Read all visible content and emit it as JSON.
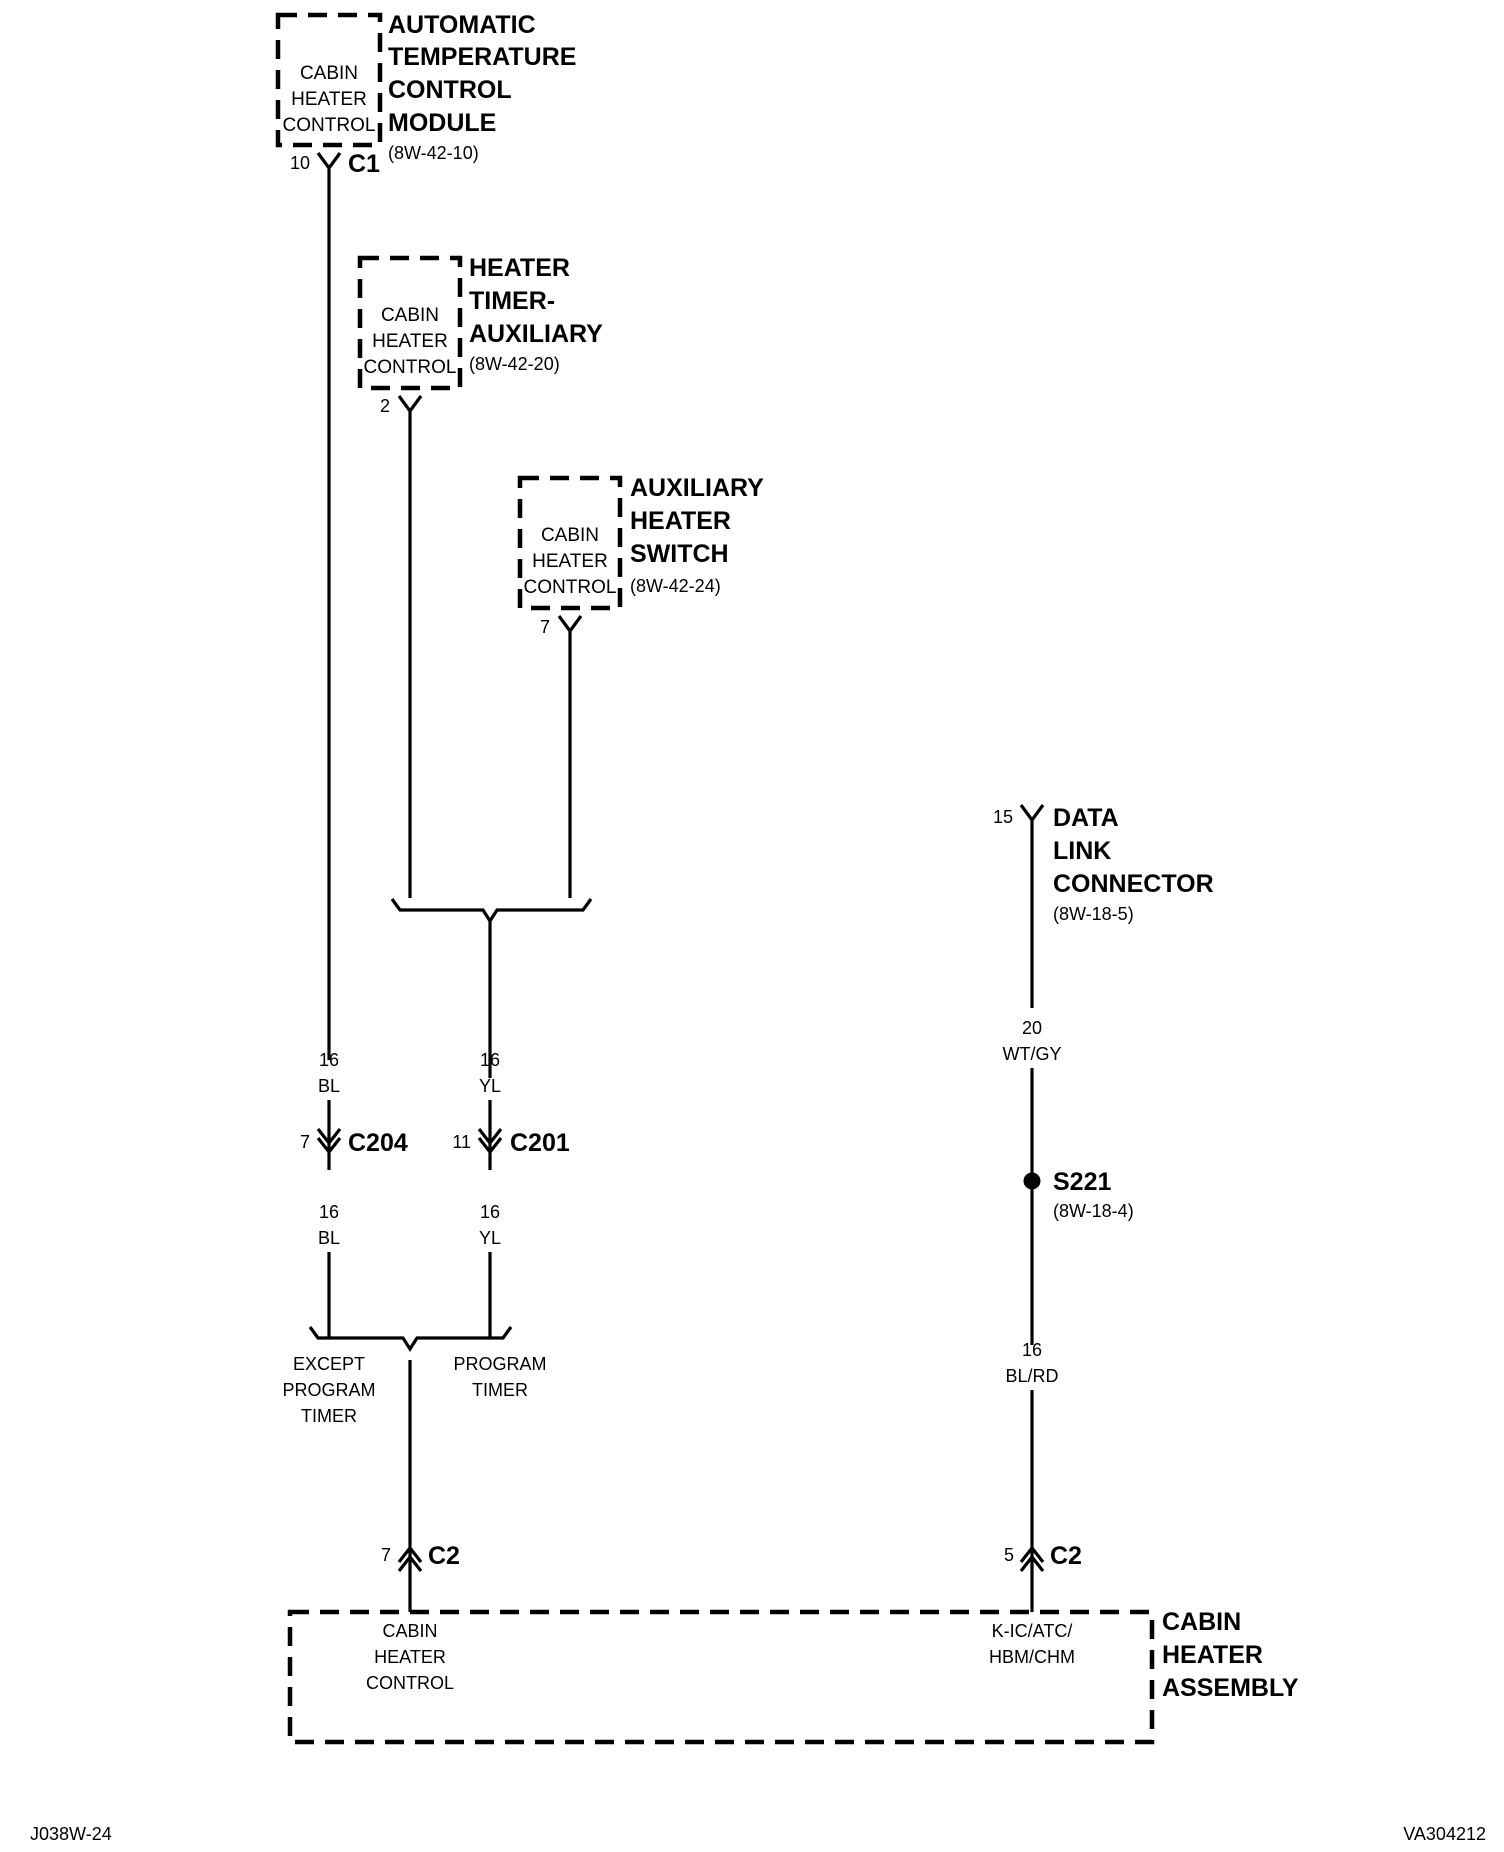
{
  "modules": {
    "atc": {
      "inner": [
        "CABIN",
        "HEATER",
        "CONTROL"
      ],
      "title": [
        "AUTOMATIC",
        "TEMPERATURE",
        "CONTROL",
        "MODULE"
      ],
      "ref": "(8W-42-10)",
      "pin": "10",
      "connector": "C1"
    },
    "timer": {
      "inner": [
        "CABIN",
        "HEATER",
        "CONTROL"
      ],
      "title": [
        "HEATER",
        "TIMER-",
        "AUXILIARY"
      ],
      "ref": "(8W-42-20)",
      "pin": "2"
    },
    "switch": {
      "inner": [
        "CABIN",
        "HEATER",
        "CONTROL"
      ],
      "title": [
        "AUXILIARY",
        "HEATER",
        "SWITCH"
      ],
      "ref": "(8W-42-24)",
      "pin": "7"
    },
    "dlc": {
      "title": [
        "DATA",
        "LINK",
        "CONNECTOR"
      ],
      "ref": "(8W-18-5)",
      "pin": "15"
    },
    "assembly": {
      "title": [
        "CABIN",
        "HEATER",
        "ASSEMBLY"
      ],
      "left_inner": [
        "CABIN",
        "HEATER",
        "CONTROL"
      ],
      "right_inner": [
        "K-IC/ATC/",
        "HBM/CHM"
      ]
    }
  },
  "wires": {
    "bl_top": {
      "gauge": "16",
      "color": "BL"
    },
    "bl_bottom": {
      "gauge": "16",
      "color": "BL"
    },
    "yl_top": {
      "gauge": "16",
      "color": "YL"
    },
    "yl_bottom": {
      "gauge": "16",
      "color": "YL"
    },
    "wtgy": {
      "gauge": "20",
      "color": "WT/GY"
    },
    "blrd": {
      "gauge": "16",
      "color": "BL/RD"
    }
  },
  "connectors": {
    "c204": {
      "pin": "7",
      "name": "C204"
    },
    "c201": {
      "pin": "11",
      "name": "C201"
    },
    "c2_left": {
      "pin": "7",
      "name": "C2"
    },
    "c2_right": {
      "pin": "5",
      "name": "C2"
    }
  },
  "splice": {
    "name": "S221",
    "ref": "(8W-18-4)"
  },
  "options": {
    "except": [
      "EXCEPT",
      "PROGRAM",
      "TIMER"
    ],
    "program": [
      "PROGRAM",
      "TIMER"
    ]
  },
  "footer": {
    "left": "J038W-24",
    "right": "VA304212"
  }
}
